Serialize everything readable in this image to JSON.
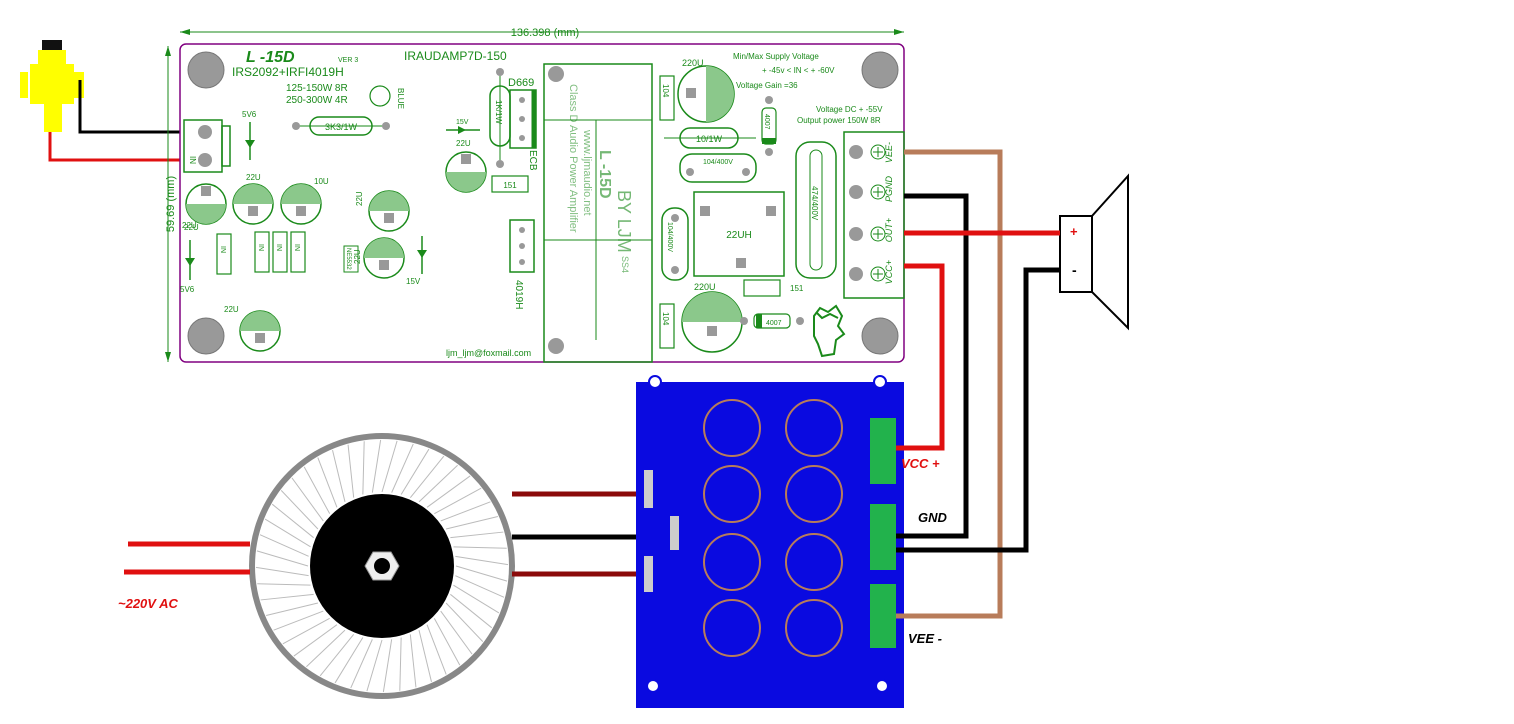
{
  "dimension": {
    "width": "136.398 (mm)",
    "height": "59.69 (mm)"
  },
  "board": {
    "title": "L -15D",
    "version": "VER 3",
    "chipset": "IRS2092+IRFI4019H",
    "ref_design": "IRAUDAMP7D-150",
    "power_8r": "125-150W 8R",
    "power_4r": "250-300W 4R",
    "supply_label": "Min/Max   Supply   Voltage",
    "supply_range": "+ -45v < IN < + -60V",
    "gain": "Voltage   Gain =36",
    "dc_voltage": "Voltage  DC + -55V",
    "output_power": "Output power  150W 8R",
    "email": "ljm_ljm@foxmail.com",
    "logo_mirror_1": "Class D Audio Power Amplifier",
    "logo_mirror_2": "www.ljmaudio.net",
    "logo_mirror_3": "L -15D",
    "logo_mirror_4": "BY LJM",
    "components": {
      "c_5v6_top": "5V6",
      "c_5v6_bot": "5V6",
      "c_22u_a": "22U",
      "c_22u_b": "22U",
      "c_10u": "10U",
      "c_22u_c": "22U",
      "c_22u_d": "22U",
      "c_22u_e": "22U",
      "c_22u_f": "22U",
      "c_22u_g": "22U",
      "c_220u_a": "220U",
      "c_220u_b": "220U",
      "c_15v_a": "15V",
      "c_15v_b": "15V",
      "r_3k3": "3K3/1W",
      "r_1k": "1K/1W",
      "r_10": "10/1W",
      "r_151_a": "151",
      "r_151_b": "151",
      "q_d669": "D669",
      "q_ecb": "ECB",
      "q_4019h": "4019H",
      "c_104_a": "104",
      "c_104_b": "104",
      "c_104_400v_a": "104/400V",
      "c_104_400v_b": "104/400V",
      "c_474_400v": "474/400V",
      "l_22uh": "22UH",
      "d_4007_a": "4007",
      "d_4007_b": "4007",
      "ss4": "SS4",
      "blue_led": "BLUE",
      "in_a": "IN",
      "in_b": "IN",
      "in_c": "IN",
      "in_d": "IN",
      "in_label": "IN",
      "ne5532": "NE5532"
    },
    "terminals": [
      "VEE-",
      "PGND",
      "OUT+",
      "VCC+"
    ]
  },
  "speaker": {
    "plus": "+",
    "minus": "-"
  },
  "psu": {
    "vcc_label": "VCC  +",
    "gnd_label": "GND",
    "vee_label": "VEE  -"
  },
  "ac_label": "~220V   AC",
  "colors": {
    "pcb_outline": "#800080",
    "silkscreen": "#1a8a1a",
    "psu_board": "#0a0ae0",
    "psu_terminal": "#22b24c",
    "wire_red": "#e01010",
    "wire_black": "#000000",
    "wire_brown": "#b87c5a",
    "wire_darkred": "#8b0a0a",
    "rca_yellow": "#ffff00"
  }
}
